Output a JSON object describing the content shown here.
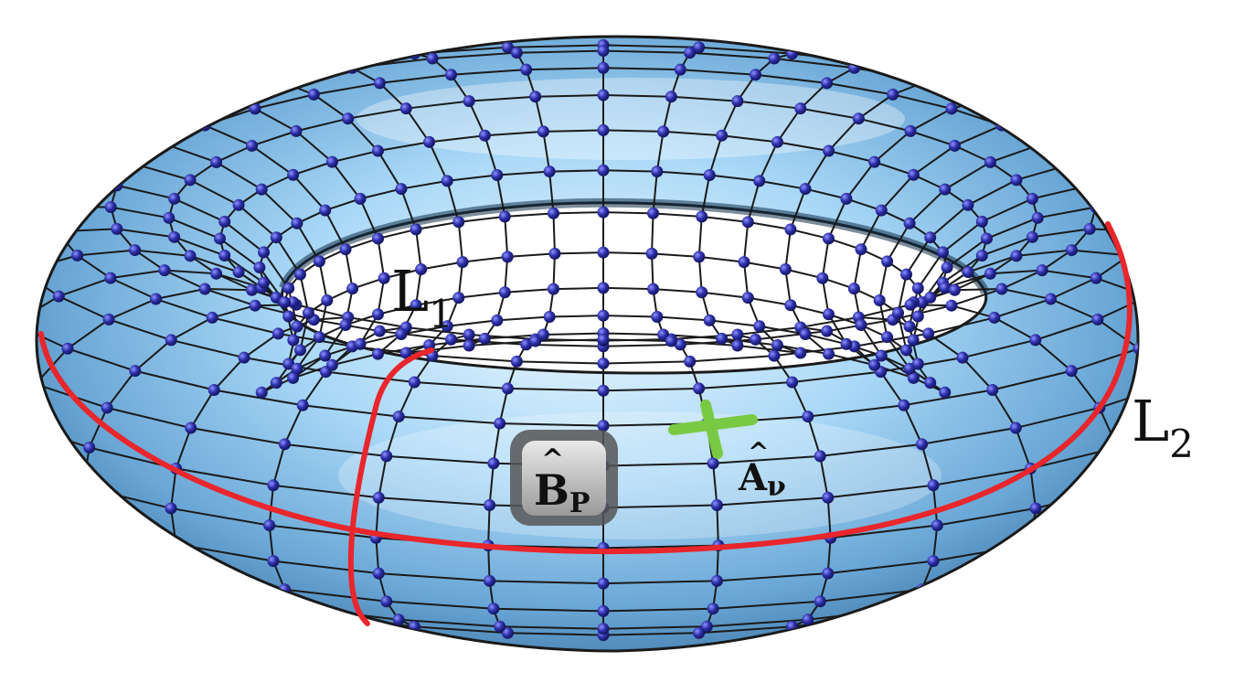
{
  "figure": {
    "colors": {
      "torus_fill_light": "#e8f6ff",
      "torus_fill_mid": "#9fd3f5",
      "torus_fill_dark": "#4a86b8",
      "lattice_line": "#1a1a1a",
      "lattice_node": "#2c2fa8",
      "loop_color": "#e8262c",
      "vertex_operator_color": "#7ac943",
      "plaquette_fill": "#bdbdbd",
      "plaquette_border": "#555555"
    },
    "labels": {
      "loop1": {
        "base": "L",
        "sub": "1"
      },
      "loop2": {
        "base": "L",
        "sub": "2"
      },
      "plaquette_operator": {
        "hat": "^",
        "base": "B",
        "sub": "P"
      },
      "vertex_operator": {
        "hat": "^",
        "base": "A",
        "sub": "ν"
      }
    },
    "icons": {
      "torus": "torus-surface-lattice",
      "loop1": "red-loop-meridian",
      "loop2": "red-loop-longitude",
      "vertex": "green-cross-star-operator",
      "plaquette": "rounded-square-plaquette-operator"
    }
  }
}
